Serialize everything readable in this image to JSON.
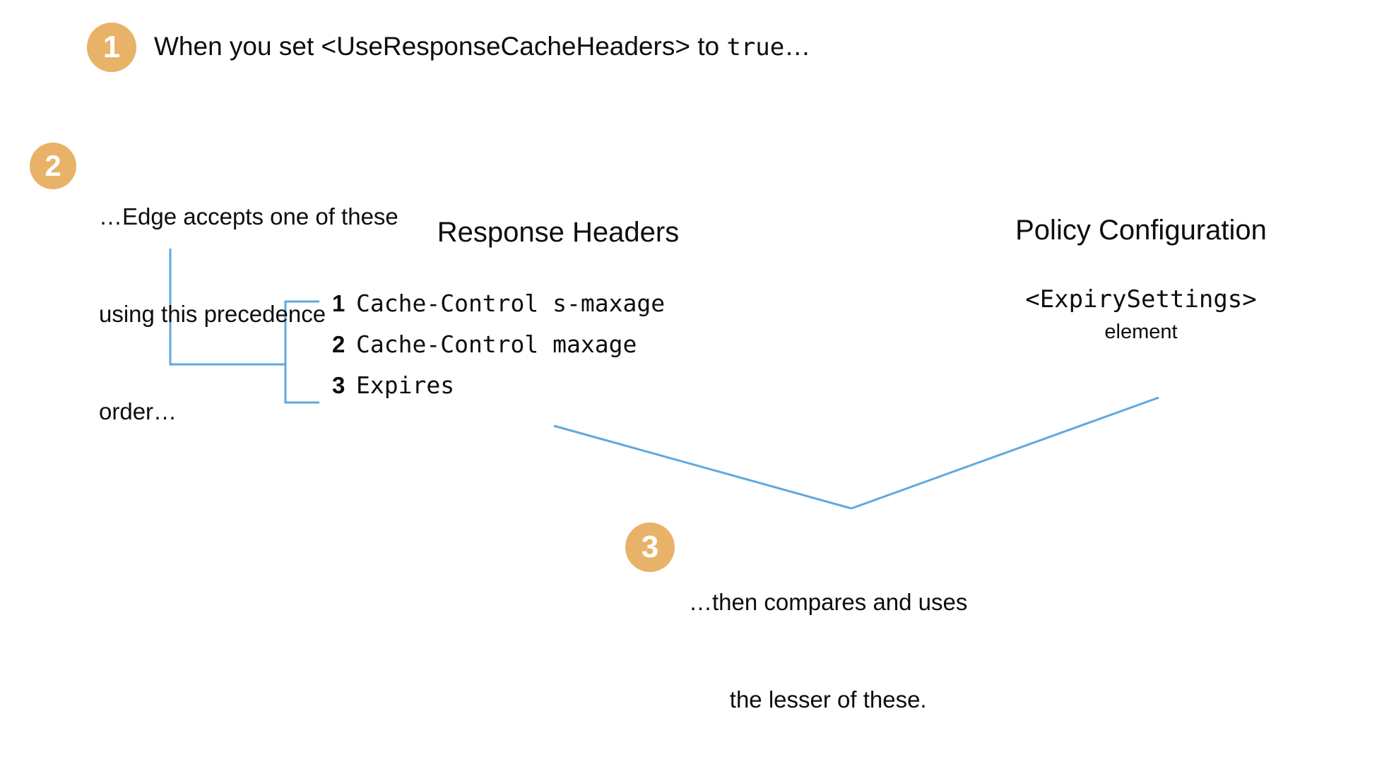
{
  "diagram": {
    "title_colors": {
      "badge": "#e8b269",
      "connector": "#61a8dc",
      "text": "#0d0d0d",
      "background": "#ffffff"
    },
    "steps": [
      {
        "number": "1",
        "text_prefix": "When you set <UseResponseCacheHeaders> to ",
        "text_mono": "true",
        "text_suffix": "…"
      },
      {
        "number": "2",
        "line1": "…Edge accepts one of these",
        "line2": "using this precedence",
        "line3": "order…"
      },
      {
        "number": "3",
        "line1": "…then compares and uses",
        "line2": "the lesser of these."
      }
    ],
    "columns": {
      "response_headers": {
        "heading": "Response Headers",
        "items": [
          {
            "rank": "1",
            "value": "Cache-Control s-maxage"
          },
          {
            "rank": "2",
            "value": "Cache-Control maxage"
          },
          {
            "rank": "3",
            "value": "Expires"
          }
        ]
      },
      "policy_configuration": {
        "heading": "Policy Configuration",
        "element_name": "<ExpirySettings>",
        "element_word": "element"
      }
    }
  }
}
